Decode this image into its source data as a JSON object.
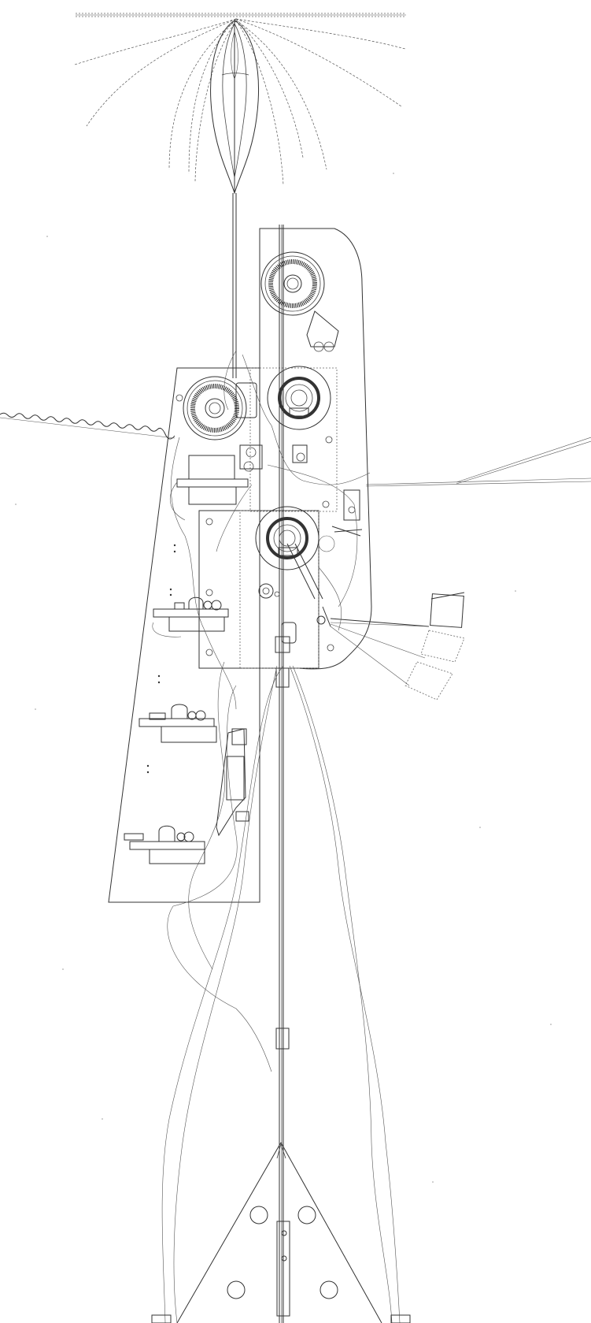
{
  "drawing": {
    "kind": "technical line drawing of a kinetic machine assembly",
    "colors": {
      "background": "#ffffff",
      "ink": "#333333"
    },
    "components": {
      "spool_count": 3,
      "wheel_count": 2,
      "circuit_board_count": 4,
      "screw_hole_count": 8
    }
  }
}
